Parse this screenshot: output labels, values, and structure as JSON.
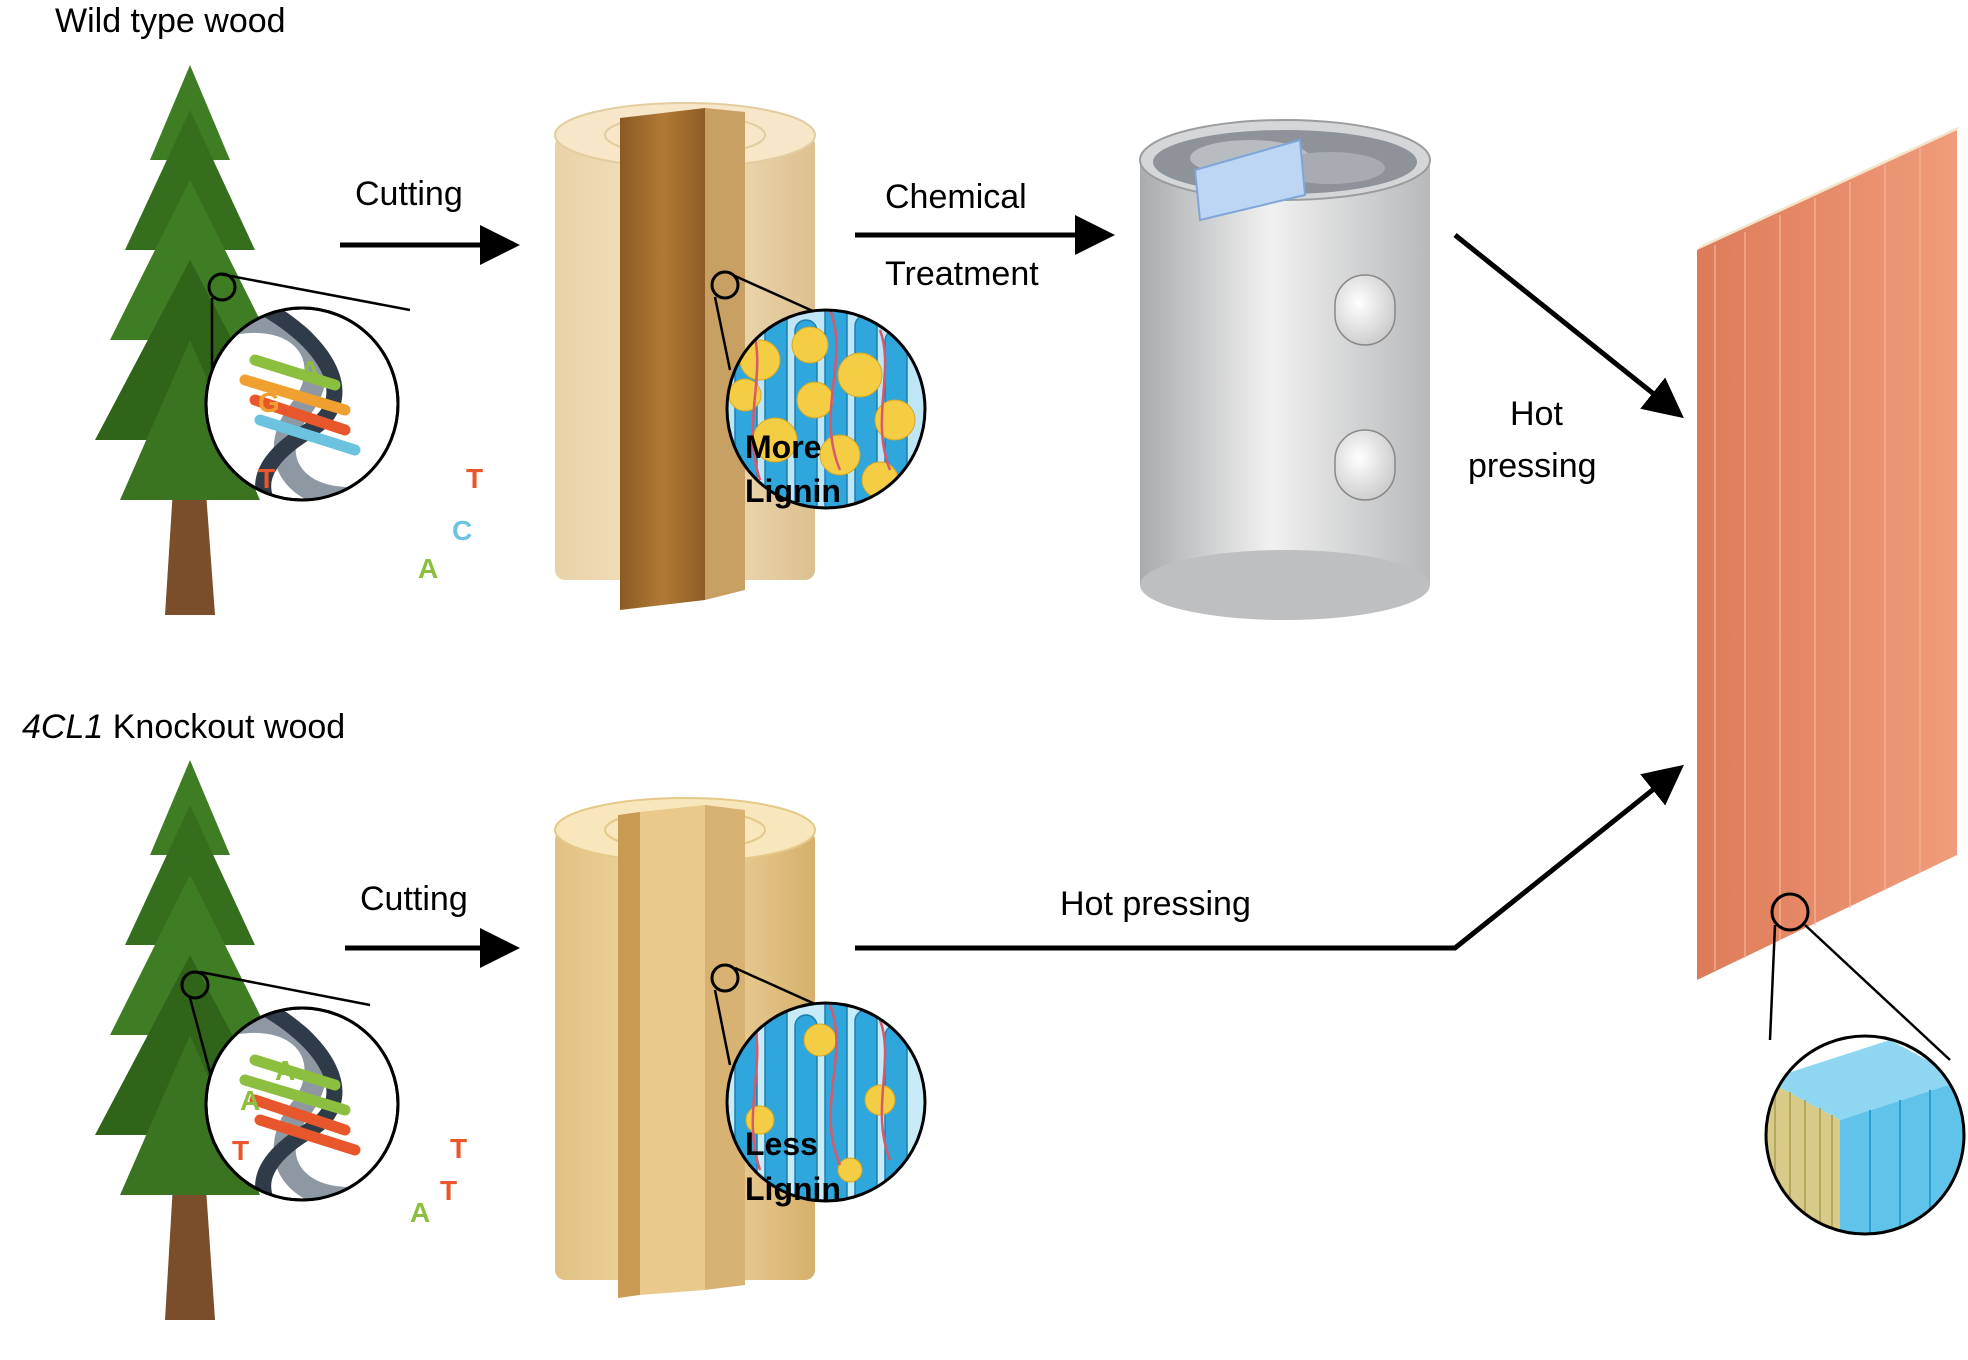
{
  "rows": {
    "wild": {
      "title": "Wild type wood",
      "step1": "Cutting",
      "step2_line1": "Chemical",
      "step2_line2": "Treatment",
      "step3_line1": "Hot",
      "step3_line2": "pressing",
      "lignin_line1": "More",
      "lignin_line2": "Lignin",
      "dna_letters": [
        "A",
        "G",
        "T",
        "T",
        "C",
        "A"
      ]
    },
    "knockout": {
      "title_gene": "4CL1",
      "title_rest": " Knockout wood",
      "step1": "Cutting",
      "step2": "Hot pressing",
      "lignin_line1": "Less",
      "lignin_line2": "Lignin",
      "dna_letters": [
        "A",
        "A",
        "T",
        "T",
        "T",
        "A"
      ]
    }
  },
  "colors": {
    "letter_green": "#8cbf3f",
    "letter_orange": "#f0a030",
    "letter_red": "#e8572c",
    "letter_blue": "#6cc3e0",
    "fiber_blue": "#2fa6dc",
    "lignin_yellow": "#f5cd45",
    "plate_orange": "#e98a6a",
    "tree_green": "#3e7d23"
  },
  "icons": [
    "tree-icon",
    "dna-icon",
    "log-icon",
    "reactor-icon",
    "wood-plate-icon",
    "fiber-magnifier-icon"
  ]
}
